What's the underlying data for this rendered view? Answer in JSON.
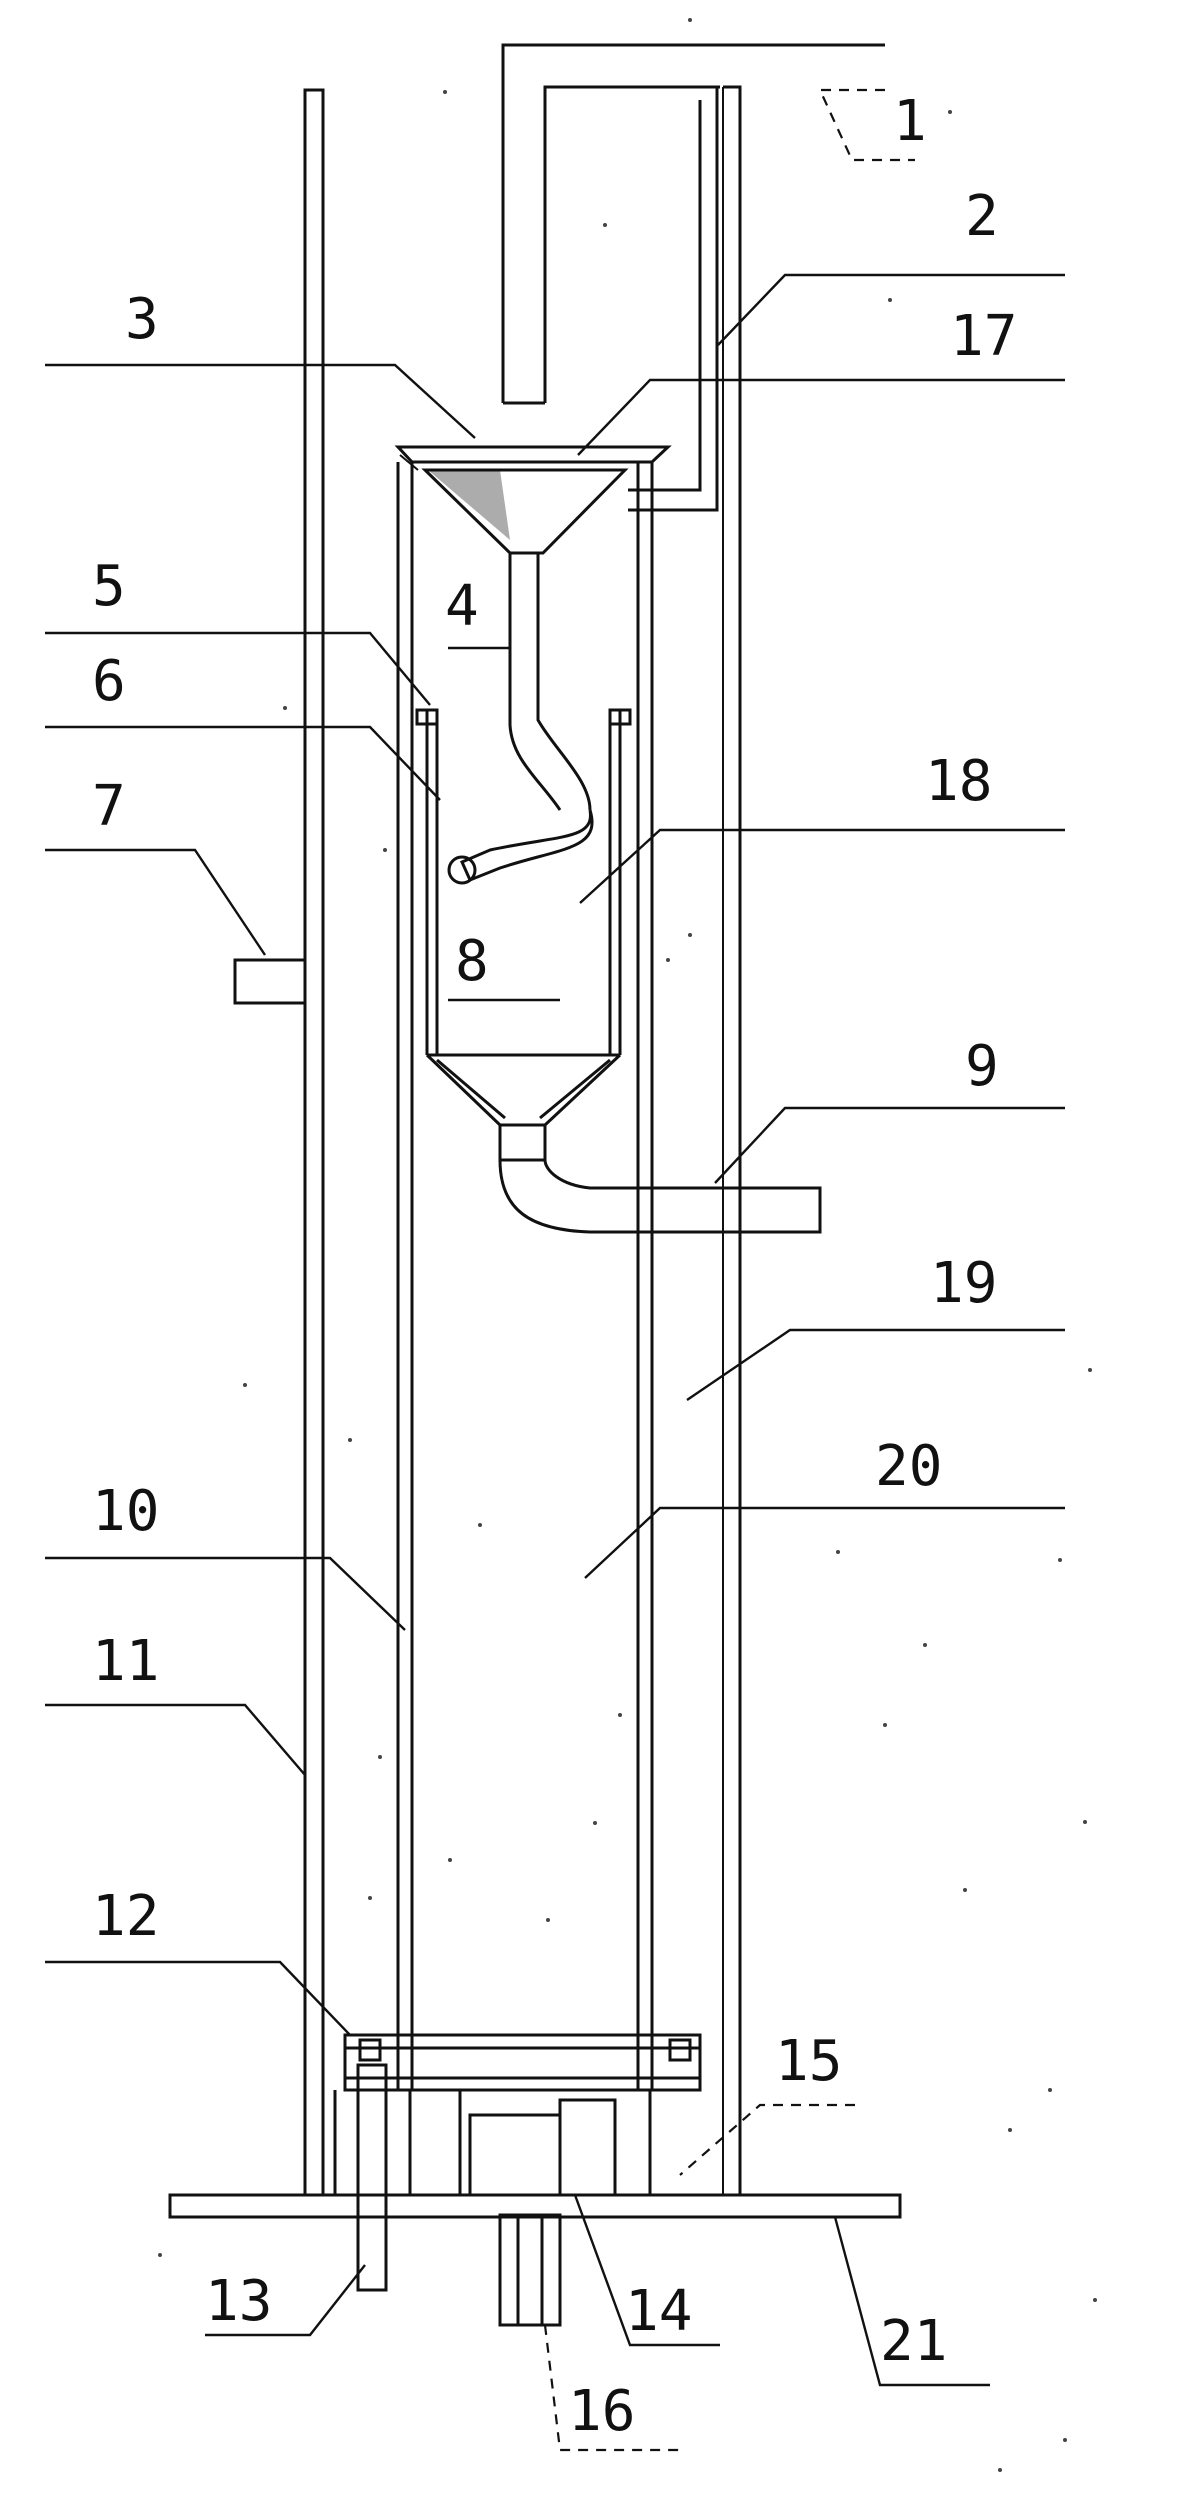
{
  "figure": {
    "labels": [
      {
        "id": "1",
        "text": "1"
      },
      {
        "id": "2",
        "text": "2"
      },
      {
        "id": "3",
        "text": "3"
      },
      {
        "id": "4",
        "text": "4"
      },
      {
        "id": "5",
        "text": "5"
      },
      {
        "id": "6",
        "text": "6"
      },
      {
        "id": "7",
        "text": "7"
      },
      {
        "id": "8",
        "text": "8"
      },
      {
        "id": "9",
        "text": "9"
      },
      {
        "id": "10",
        "text": "10"
      },
      {
        "id": "11",
        "text": "11"
      },
      {
        "id": "12",
        "text": "12"
      },
      {
        "id": "13",
        "text": "13"
      },
      {
        "id": "14",
        "text": "14"
      },
      {
        "id": "15",
        "text": "15"
      },
      {
        "id": "16",
        "text": "16"
      },
      {
        "id": "17",
        "text": "17"
      },
      {
        "id": "18",
        "text": "18"
      },
      {
        "id": "19",
        "text": "19"
      },
      {
        "id": "20",
        "text": "20"
      },
      {
        "id": "21",
        "text": "21"
      }
    ]
  }
}
